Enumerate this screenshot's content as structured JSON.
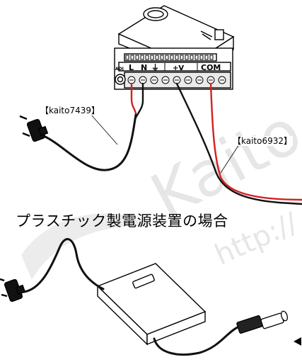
{
  "figure": {
    "labels": {
      "tag_ac_cable": "【kaito7439】",
      "tag_dc_cable": "【kaito6932】",
      "heading": "プラスチック製電源装置の場合",
      "terminal_adj": "ADJ",
      "terminal_l": "L",
      "terminal_n": "N",
      "terminal_ground": "⏚",
      "terminal_plus_v": "+V",
      "terminal_com": "COM"
    },
    "watermark": {
      "brand": "Kaito",
      "url_fragment": "http://"
    },
    "colors": {
      "wire_black": "#111111",
      "wire_red": "#d42020",
      "line": "#000000",
      "watermark": "#dcdcdc"
    }
  }
}
